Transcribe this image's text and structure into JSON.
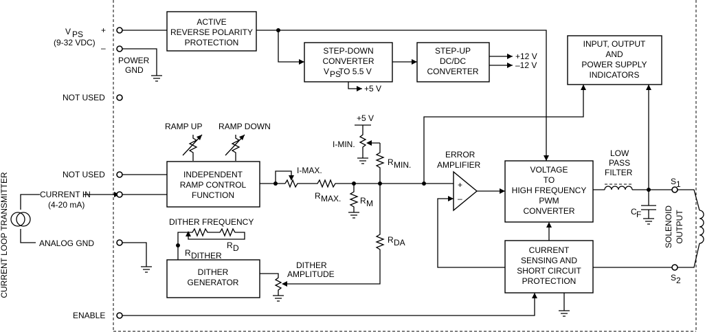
{
  "side_label": "CURRENT LOOP TRANSMITTER",
  "pins": {
    "vps": "V",
    "vps_sub": "PS",
    "vps_range": "(9-32 VDC)",
    "plus": "+",
    "minus": "–",
    "power_gnd_1": "POWER",
    "power_gnd_2": "GND",
    "not_used_1": "NOT USED",
    "not_used_2": "NOT USED",
    "current_in": "CURRENT IN",
    "current_in_range": "(4-20 mA)",
    "analog_gnd": "ANALOG GND",
    "enable": "ENABLE"
  },
  "blocks": {
    "reverse_polarity": [
      "ACTIVE",
      "REVERSE POLARITY",
      "PROTECTION"
    ],
    "step_down": {
      "l1": "STEP-DOWN",
      "l2": "CONVERTER",
      "l3_a": "V",
      "l3_sub": "PS",
      "l3_b": " TO 5.5 V"
    },
    "step_up": [
      "STEP-UP",
      "DC/DC",
      "CONVERTER"
    ],
    "indicators": [
      "INPUT, OUTPUT",
      "AND",
      "POWER SUPPLY",
      "INDICATORS"
    ],
    "ramp_control": [
      "INDEPENDENT",
      "RAMP CONTROL",
      "FUNCTION"
    ],
    "dither_generator": [
      "DITHER",
      "GENERATOR"
    ],
    "pwm_converter": [
      "VOLTAGE",
      "TO",
      "HIGH FREQUENCY",
      "PWM",
      "CONVERTER"
    ],
    "current_sensing": [
      "CURRENT",
      "SENSING AND",
      "SHORT CIRCUIT",
      "PROTECTION"
    ]
  },
  "labels": {
    "plus12": "+12 V",
    "minus12": "–12 V",
    "plus5_out": "+5 V",
    "plus5_in": "+5 V",
    "ramp_up": "RAMP UP",
    "ramp_down": "RAMP DOWN",
    "i_max": "I-MAX.",
    "i_min": "I-MIN.",
    "r_min": {
      "r": "R",
      "sub": "MIN."
    },
    "r_max": {
      "r": "R",
      "sub": "MAX."
    },
    "r_m": {
      "r": "R",
      "sub": "M"
    },
    "r_da": {
      "r": "R",
      "sub": "DA"
    },
    "r_d": {
      "r": "R",
      "sub": "D"
    },
    "r_dither": {
      "r": "R",
      "sub": "DITHER"
    },
    "dither_frequency": "DITHER FREQUENCY",
    "dither_amplitude_1": "DITHER",
    "dither_amplitude_2": "AMPLITUDE",
    "error_amp_1": "ERROR",
    "error_amp_2": "AMPLIFIER",
    "amp_plus": "+",
    "amp_minus": "–",
    "low_pass_1": "LOW",
    "low_pass_2": "PASS",
    "low_pass_3": "FILTER",
    "cf": {
      "r": "C",
      "sub": "F"
    },
    "s1": {
      "r": "S",
      "sub": "1"
    },
    "s2": {
      "r": "S",
      "sub": "2"
    },
    "solenoid_1": "SOLENOID",
    "solenoid_2": "OUTPUT"
  }
}
